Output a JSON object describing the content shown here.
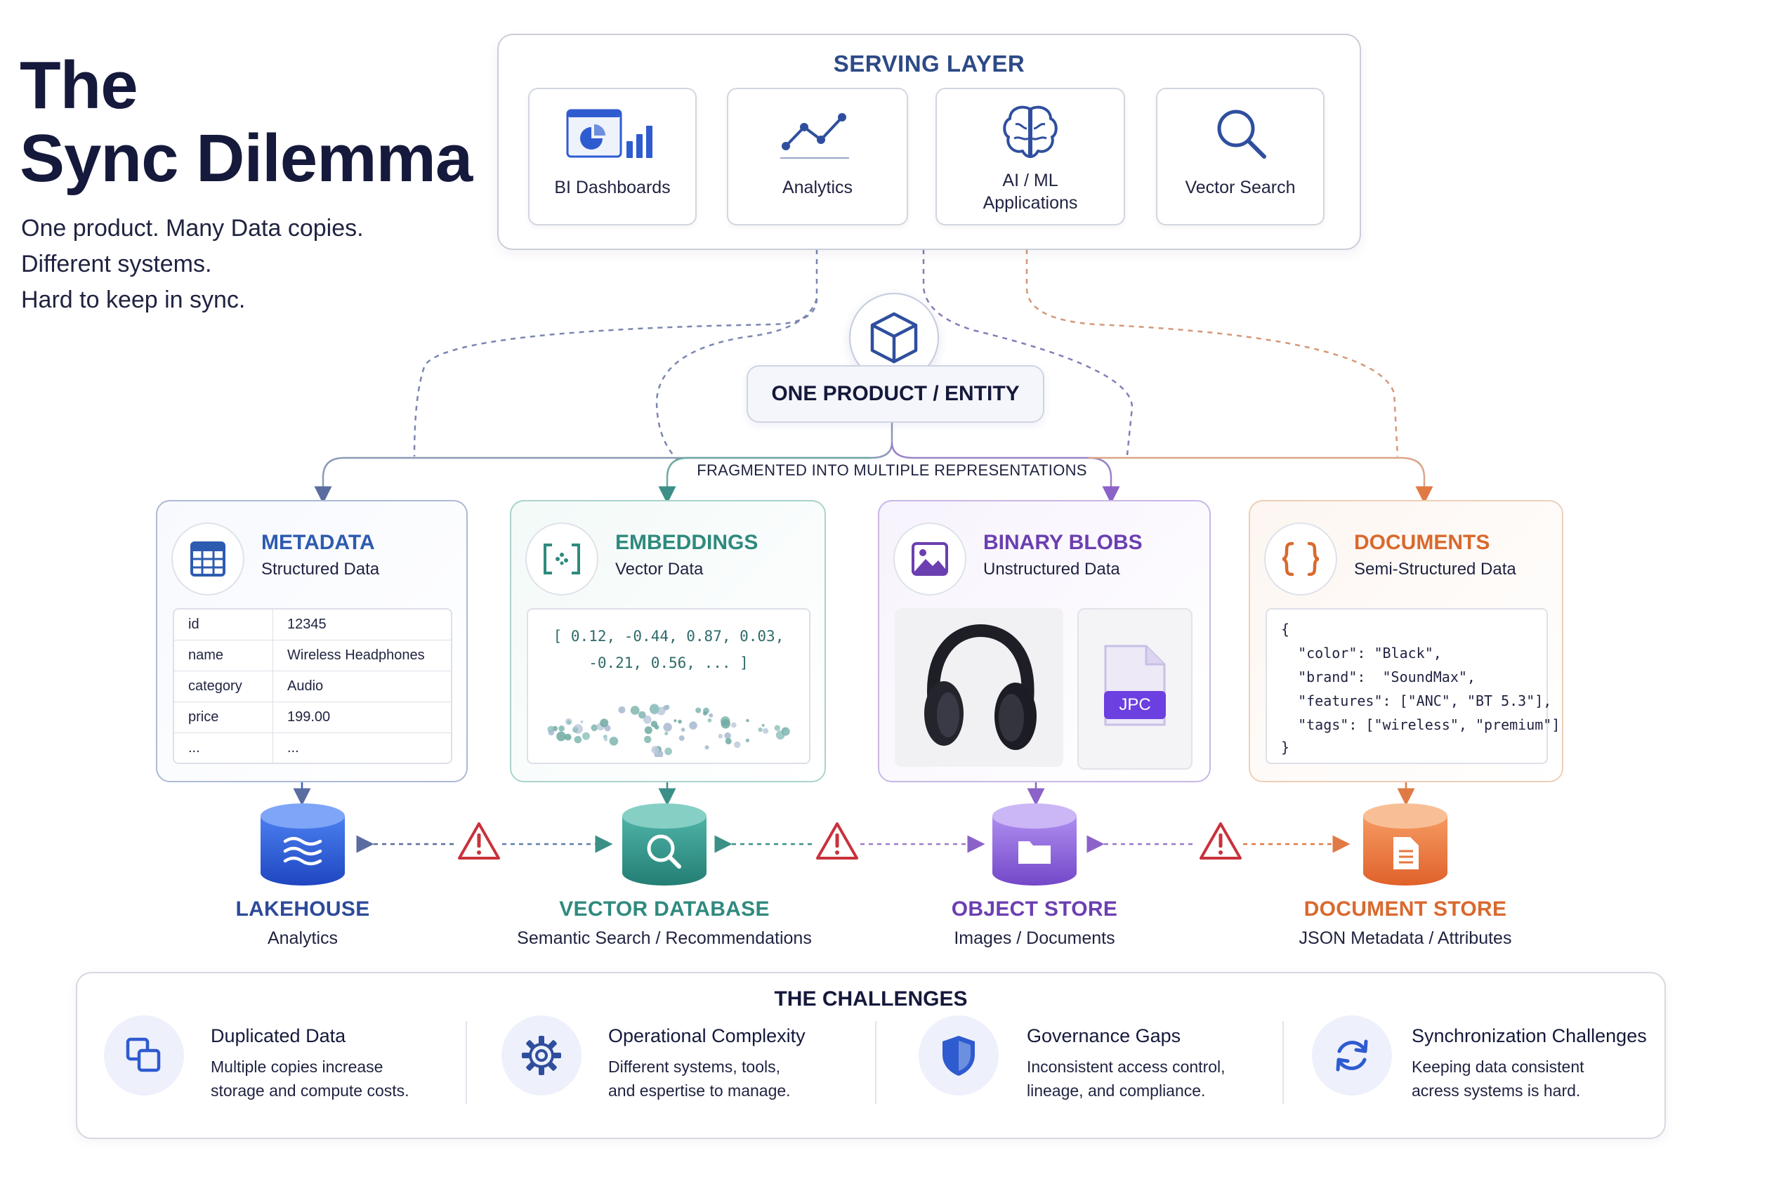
{
  "title": {
    "line1": "The",
    "line2": "Sync Dilemma"
  },
  "subtitle": [
    "One product. Many Data copies.",
    "Different systems.",
    "Hard to keep in sync."
  ],
  "serving_layer": {
    "title": "SERVING LAYER",
    "cards": [
      {
        "label": "BI Dashboards",
        "icon": "bi-dashboard-icon"
      },
      {
        "label": "Analytics",
        "icon": "line-chart-icon"
      },
      {
        "label_line1": "AI / ML",
        "label_line2": "Applications",
        "icon": "brain-icon"
      },
      {
        "label": "Vector Search",
        "icon": "magnifier-icon"
      }
    ]
  },
  "entity": {
    "label": "ONE PRODUCT / ENTITY",
    "icon": "cube-icon"
  },
  "fragmented_label": "FRAGMENTED INTO MULTIPLE REPRESENTATIONS",
  "representations": {
    "metadata": {
      "title": "METADATA",
      "subtitle": "Structured Data",
      "icon": "table-icon",
      "rows": [
        {
          "key": "id",
          "value": "12345"
        },
        {
          "key": "name",
          "value": "Wireless Headphones"
        },
        {
          "key": "category",
          "value": "Audio"
        },
        {
          "key": "price",
          "value": "199.00"
        },
        {
          "key": "...",
          "value": "..."
        }
      ]
    },
    "embeddings": {
      "title": "EMBEDDINGS",
      "subtitle": "Vector Data",
      "icon": "vector-brackets-icon",
      "vector_line1": "[ 0.12, -0.44, 0.87, 0.03,",
      "vector_line2": "-0.21, 0.56, ... ]"
    },
    "binary_blobs": {
      "title": "BINARY BLOBS",
      "subtitle": "Unstructured Data",
      "icon": "image-icon",
      "file_badge": "JPC"
    },
    "documents": {
      "title": "DOCUMENTS",
      "subtitle": "Semi-Structured Data",
      "icon": "curly-braces-icon",
      "json_lines": [
        "{",
        "  \"color\": \"Black\",",
        "  \"brand\":  \"SoundMax\",",
        "  \"features\": [\"ANC\", \"BT 5.3\"],",
        "  \"tags\": [\"wireless\", \"premium\"]",
        "}"
      ]
    }
  },
  "stores": [
    {
      "name": "LAKEHOUSE",
      "sub": "Analytics",
      "icon": "waves-icon",
      "color": "#2f5bd0"
    },
    {
      "name": "VECTOR DATABASE",
      "sub": "Semantic Search / Recommendations",
      "icon": "search-icon",
      "color": "#2f8f86"
    },
    {
      "name": "OBJECT STORE",
      "sub": "Images / Documents",
      "icon": "folder-icon",
      "color": "#8a5fd3"
    },
    {
      "name": "DOCUMENT STORE",
      "sub": "JSON Metadata / Attributes",
      "icon": "document-icon",
      "color": "#e8743a"
    }
  ],
  "challenges": {
    "title": "THE CHALLENGES",
    "items": [
      {
        "title": "Duplicated Data",
        "desc1": "Multiple copies increase",
        "desc2": "storage and compute costs.",
        "icon": "duplicate-icon"
      },
      {
        "title": "Operational Complexity",
        "desc1": "Different systems, tools,",
        "desc2": "and espertise to manage.",
        "icon": "gear-icon"
      },
      {
        "title": "Governance Gaps",
        "desc1": "Inconsistent access control,",
        "desc2": "lineage, and compliance.",
        "icon": "shield-icon"
      },
      {
        "title": "Synchronization Challenges",
        "desc1": "Keeping data consistent",
        "desc2": "acress systems is hard.",
        "icon": "sync-icon"
      }
    ]
  },
  "colors": {
    "navy": "#15193b",
    "serving_title": "#2d4a86",
    "metadata": "#2d5bb0",
    "embeddings": "#2f8a7e",
    "blobs": "#6b3fb0",
    "documents": "#d9692e",
    "warning": "#c8323c"
  }
}
